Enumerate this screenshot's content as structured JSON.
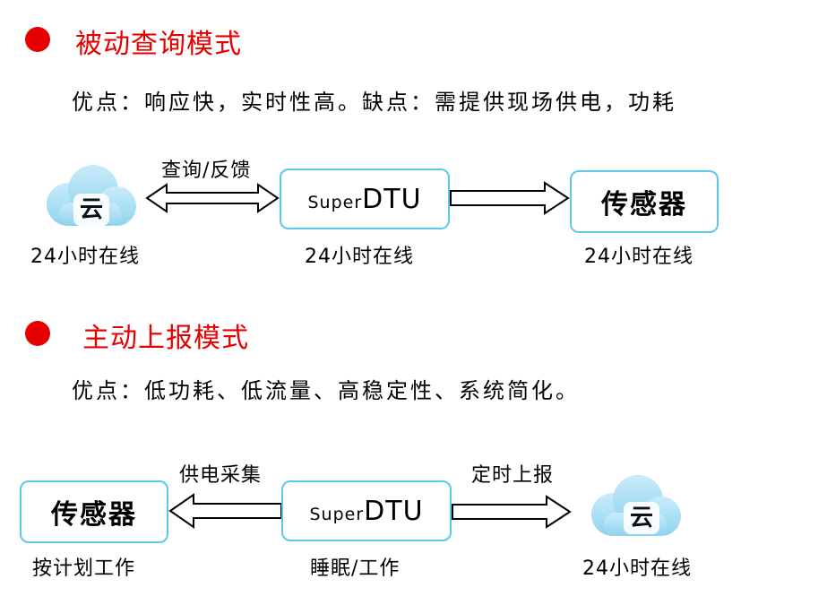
{
  "section1": {
    "title": "被动查询模式",
    "pros": "优点：响应快，实时性高。缺点：需提供现场供电，功耗",
    "cloud": {
      "label": "云",
      "caption": "24小时在线",
      "icon": "cloud-icon"
    },
    "arrow_label": "查询/反馈",
    "dtu": {
      "prefix": "Super",
      "name": "DTU",
      "caption": "24小时在线"
    },
    "sensor": {
      "label": "传感器",
      "caption": "24小时在线"
    }
  },
  "section2": {
    "title": "主动上报模式",
    "pros": "优点：低功耗、低流量、高稳定性、系统简化。",
    "sensor": {
      "label": "传感器",
      "caption": "按计划工作"
    },
    "left_arrow_label": "供电采集",
    "dtu": {
      "prefix": "Super",
      "name": "DTU",
      "caption": "睡眠/工作"
    },
    "right_arrow_label": "定时上报",
    "cloud": {
      "label": "云",
      "caption": "24小时在线",
      "icon": "cloud-icon"
    }
  },
  "colors": {
    "accent_red": "#e60000",
    "box_border": "#5bc8ea",
    "cloud": "#a8def3"
  }
}
